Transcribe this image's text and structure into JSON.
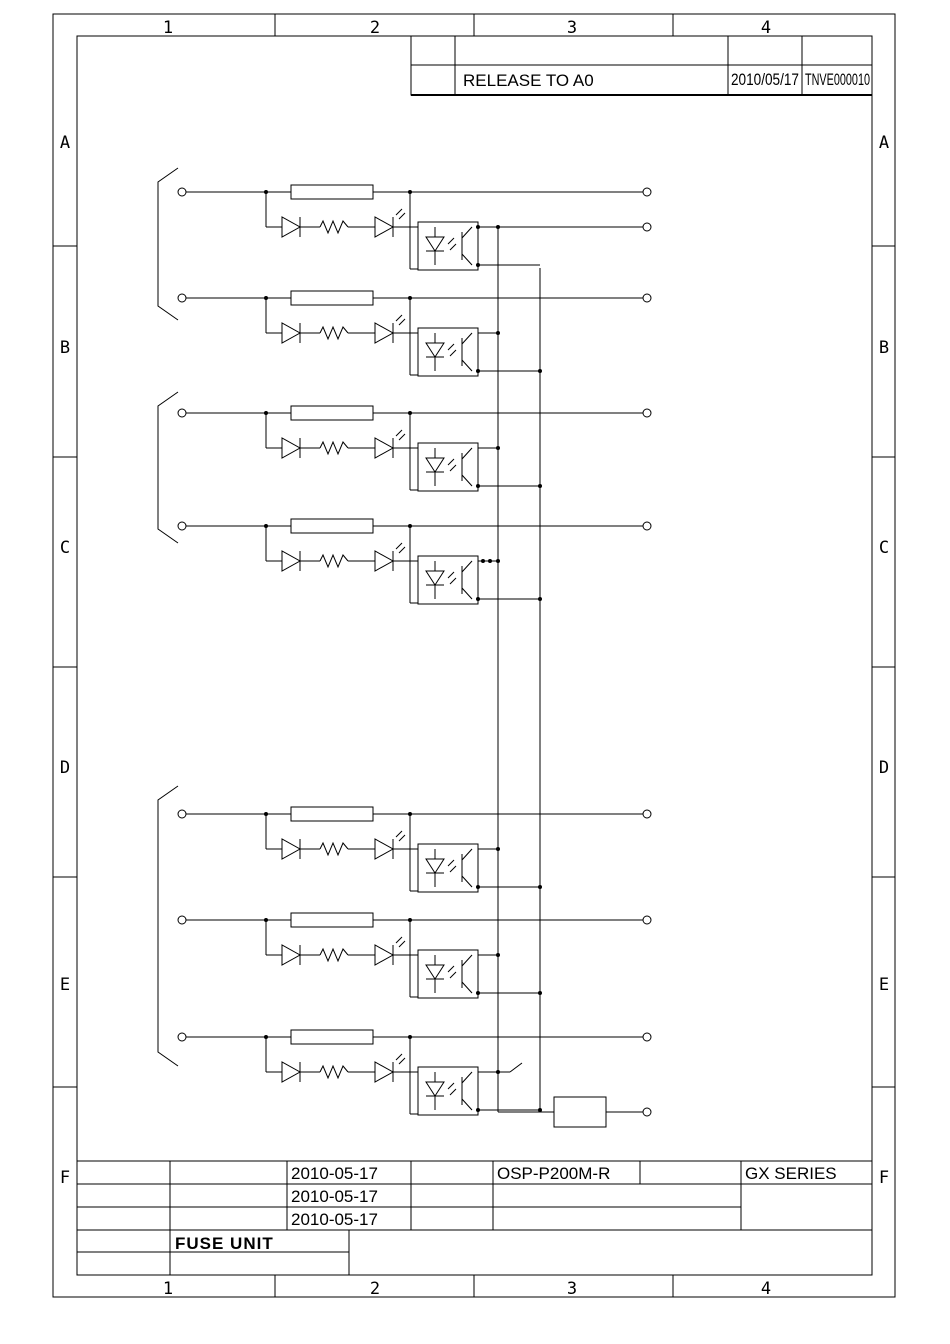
{
  "revision": {
    "description": "RELEASE TO A0",
    "date": "2010/05/17",
    "code": "TNVE000010"
  },
  "zones": {
    "columns": [
      "1",
      "2",
      "3",
      "4"
    ],
    "rows": [
      "A",
      "B",
      "C",
      "D",
      "E",
      "F"
    ]
  },
  "title_block": {
    "dates": [
      "2010-05-17",
      "2010-05-17",
      "2010-05-17"
    ],
    "model": "OSP-P200M-R",
    "series": "GX SERIES",
    "title": "FUSE UNIT"
  },
  "circuit": {
    "fuse_channels": 7,
    "connector_groups": 3
  }
}
